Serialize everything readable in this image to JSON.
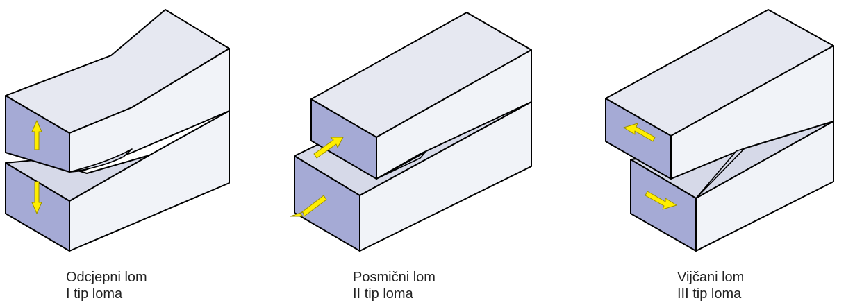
{
  "colors": {
    "top_face": "#e6e8f1",
    "side_face": "#f1f3f8",
    "front_face": "#a5aad5",
    "crack_face": "#d6d9e8",
    "outline": "#000000",
    "arrow_fill": "#ffee00",
    "arrow_stroke": "#9a8f00"
  },
  "modes": [
    {
      "title": "Odcjepni lom",
      "subtitle": "I tip loma"
    },
    {
      "title": "Posmični lom",
      "subtitle": "II tip loma"
    },
    {
      "title": "Vijčani lom",
      "subtitle": "III tip loma"
    }
  ]
}
